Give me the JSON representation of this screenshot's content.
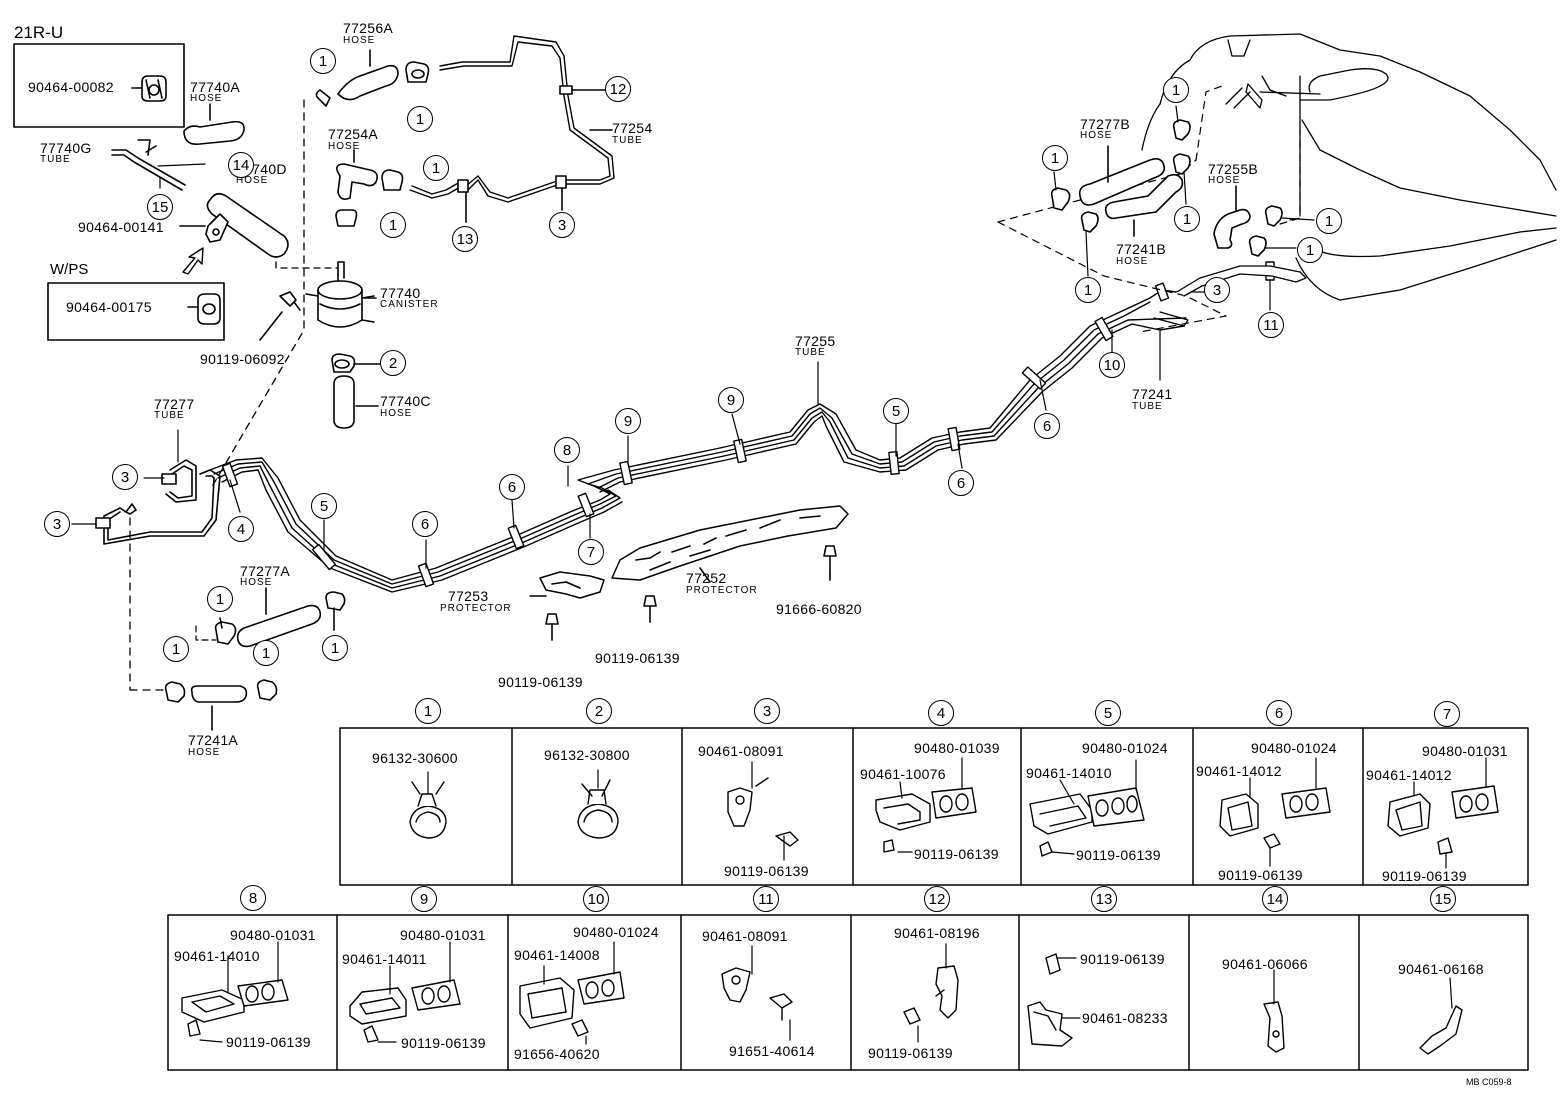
{
  "variants": {
    "engine": "21R-U",
    "power_steering": "W/PS"
  },
  "diagram_code": "MB C059-8",
  "callout_numbers": [
    "1",
    "2",
    "3",
    "4",
    "5",
    "6",
    "7",
    "8",
    "9",
    "10",
    "11",
    "12",
    "13",
    "14",
    "15"
  ],
  "labels": {
    "p90464_00082": "90464-00082",
    "p77740A": "77740A",
    "p77740A_t": "HOSE",
    "p77740G": "77740G",
    "p77740G_t": "TUBE",
    "p77740D": "77740D",
    "p77740D_t": "HOSE",
    "p90464_00141": "90464-00141",
    "p90464_00175": "90464-00175",
    "p77256A": "77256A",
    "p77256A_t": "HOSE",
    "p77254A": "77254A",
    "p77254A_t": "HOSE",
    "p77254": "77254",
    "p77254_t": "TUBE",
    "p77740": "77740",
    "p77740_t": "CANISTER",
    "p90119_06092": "90119-06092",
    "p77740C": "77740C",
    "p77740C_t": "HOSE",
    "p77277": "77277",
    "p77277_t": "TUBE",
    "p77277A": "77277A",
    "p77277A_t": "HOSE",
    "p77241A": "77241A",
    "p77241A_t": "HOSE",
    "p77253": "77253",
    "p77253_t": "PROTECTOR",
    "p77252": "77252",
    "p77252_t": "PROTECTOR",
    "p91666_60820": "91666-60820",
    "p90119_06139a": "90119-06139",
    "p90119_06139b": "90119-06139",
    "p77255": "77255",
    "p77255_t": "TUBE",
    "p77277B": "77277B",
    "p77277B_t": "HOSE",
    "p77255B": "77255B",
    "p77255B_t": "HOSE",
    "p77241B": "77241B",
    "p77241B_t": "HOSE",
    "p77241": "77241",
    "p77241_t": "TUBE"
  },
  "table": {
    "row1": [
      {
        "n": "1",
        "parts": [
          "96132-30600"
        ]
      },
      {
        "n": "2",
        "parts": [
          "96132-30800"
        ]
      },
      {
        "n": "3",
        "parts": [
          "90461-08091",
          "90119-06139"
        ]
      },
      {
        "n": "4",
        "parts": [
          "90480-01039",
          "90461-10076",
          "90119-06139"
        ]
      },
      {
        "n": "5",
        "parts": [
          "90480-01024",
          "90461-14010",
          "90119-06139"
        ]
      },
      {
        "n": "6",
        "parts": [
          "90480-01024",
          "90461-14012",
          "90119-06139"
        ]
      },
      {
        "n": "7",
        "parts": [
          "90480-01031",
          "90461-14012",
          "90119-06139"
        ]
      }
    ],
    "row2": [
      {
        "n": "8",
        "parts": [
          "90480-01031",
          "90461-14010",
          "90119-06139"
        ]
      },
      {
        "n": "9",
        "parts": [
          "90480-01031",
          "90461-14011",
          "90119-06139"
        ]
      },
      {
        "n": "10",
        "parts": [
          "90480-01024",
          "90461-14008",
          "91656-40620"
        ]
      },
      {
        "n": "11",
        "parts": [
          "90461-08091",
          "91651-40614"
        ]
      },
      {
        "n": "12",
        "parts": [
          "90461-08196",
          "90119-06139"
        ]
      },
      {
        "n": "13",
        "parts": [
          "90119-06139",
          "90461-08233"
        ]
      },
      {
        "n": "14",
        "parts": [
          "90461-06066"
        ]
      },
      {
        "n": "15",
        "parts": [
          "90461-06168"
        ]
      }
    ]
  }
}
